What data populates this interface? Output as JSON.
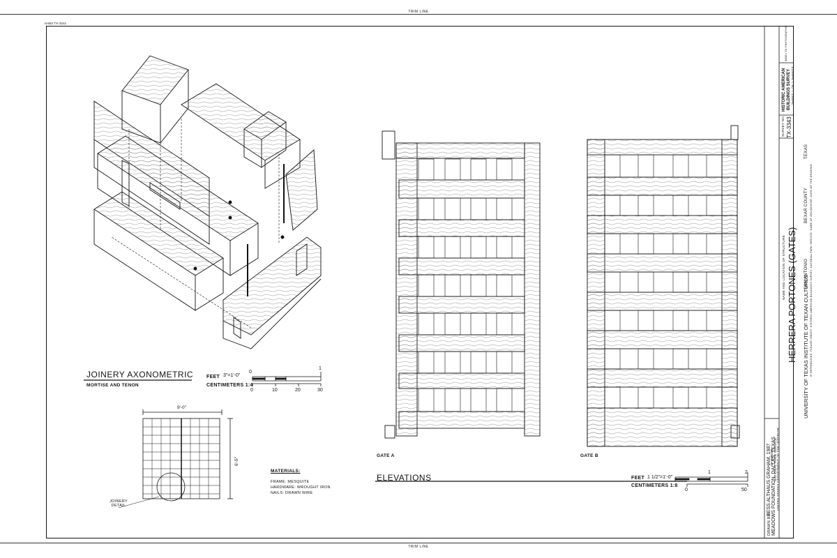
{
  "sheet": {
    "trim_top": "TRIM LINE",
    "trim_bottom": "TRIM LINE",
    "habs_number": "HABS TX-3343"
  },
  "joinery": {
    "title": "JOINERY AXONOMETRIC",
    "subtitle": "MORTISE AND TENON",
    "scale_feet_label": "FEET",
    "scale_feet_value": "3\"=1'-0\"",
    "scale_feet_ticks": [
      "0",
      "1"
    ],
    "scale_cm_label": "CENTIMETERS 1:4",
    "scale_cm_ticks": [
      "0",
      "10",
      "20",
      "30"
    ]
  },
  "plan": {
    "width_dim": "9'-0\"",
    "height_dim": "6'-5\"",
    "callout": "JOINERY DETAIL"
  },
  "materials": {
    "title": "MATERIALS:",
    "lines": [
      "FRAME: MESQUITE",
      "HARDWARE: WROUGHT IRON",
      "NAILS: DRAWN WIRE"
    ]
  },
  "elevations": {
    "gate_a": "GATE A",
    "gate_b": "GATE B",
    "title": "ELEVATIONS",
    "scale_feet_label": "FEET",
    "scale_feet_value": "1 1/2\"=1'-0\"",
    "scale_feet_ticks": [
      "1",
      "2"
    ],
    "scale_cm_label": "CENTIMETERS 1:8",
    "scale_cm_ticks": [
      "0",
      "50"
    ]
  },
  "title_block": {
    "drawn_by_label": "DRAWN BY:",
    "drawn_by": "BESS ALTHAUS GRAHAM, 1987",
    "sponsor_line": "MEADOWS FOUNDATION, DALLAS, TEXAS",
    "sponsor_label": "SPONSOR",
    "agency_1": "NATIONAL PARK SERVICE",
    "agency_2": "UNITED STATES DEPARTMENT OF THE INTERIOR",
    "university": "UNIVERSITY OF TEXAS INSTITUTE OF TEXAN CULTURES",
    "structure_label": "NAME AND LOCATION OF STRUCTURE",
    "structure_name": "HERRERA PORTONES (GATES)",
    "city": "SAN ANTONIO",
    "county": "BEXAR COUNTY",
    "state": "TEXAS",
    "credit": "IF REPRODUCED, PLEASE CREDIT: HISTORIC AMERICAN BUILDINGS SURVEY, NATIONAL PARK SERVICE, NAME OF DELINEATOR, DATE OF THE DRAWING",
    "survey_no_label": "SURVEY NO.",
    "survey_no": "TX-3343",
    "program_1": "HISTORIC AMERICAN",
    "program_2": "BUILDINGS SURVEY",
    "sheet_count": "SHEET 1 OF 1 SHEETS",
    "index_label": "INDEX TO PHOTOGRAPHS"
  }
}
